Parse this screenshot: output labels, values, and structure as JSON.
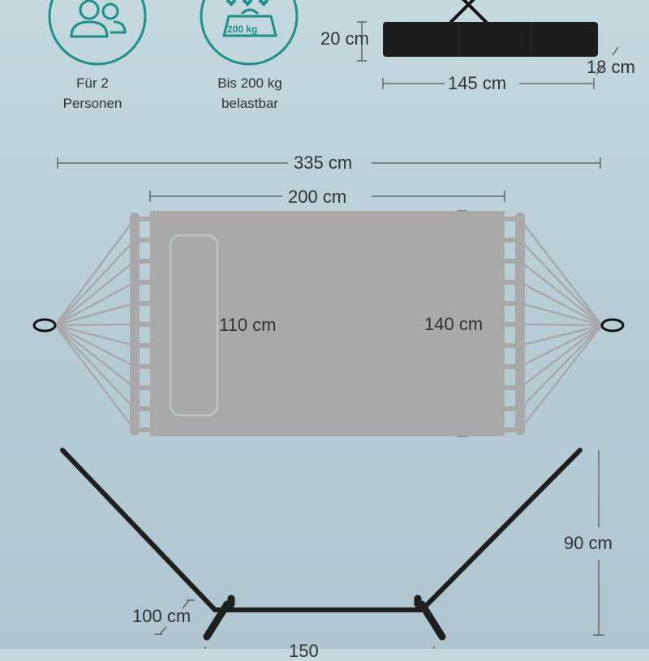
{
  "features": [
    {
      "icon": "two-persons-icon",
      "line1": "Für 2",
      "line2": "Personen"
    },
    {
      "icon": "weight-icon",
      "badge": "200 kg",
      "line1": "Bis 200 kg",
      "line2": "belastbar"
    }
  ],
  "bag": {
    "height": "20 cm",
    "length": "145 cm",
    "depth": "18 cm"
  },
  "hammock": {
    "total_length": "335 cm",
    "bed_length": "200 cm",
    "pillow_width": "110 cm",
    "bed_width": "140 cm"
  },
  "stand": {
    "height": "90 cm",
    "depth": "100 cm",
    "width": "150"
  },
  "colors": {
    "accent": "#1e8f8a",
    "fabric": "#a9a9a9",
    "frame": "#1f1f1f"
  }
}
